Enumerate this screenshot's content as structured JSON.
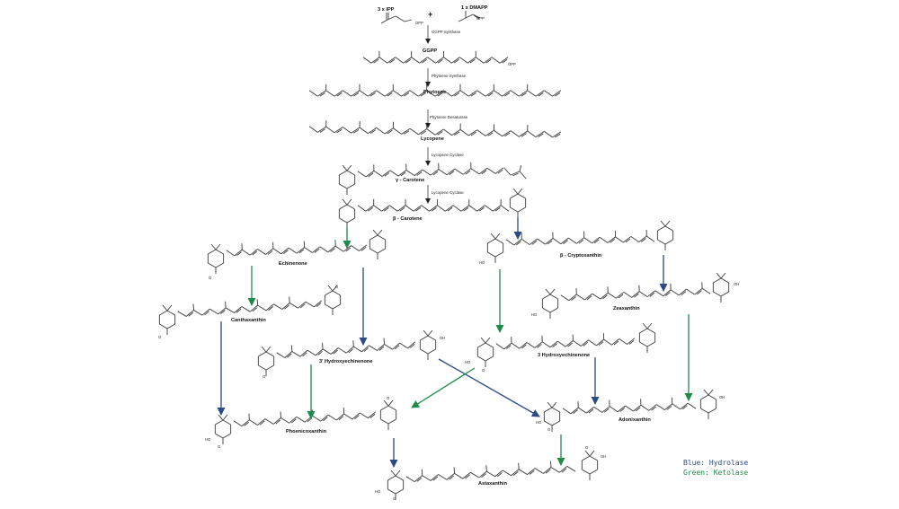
{
  "colors": {
    "hydrolase": "#2b4a86",
    "ketolase": "#1e8b4a",
    "bond": "#3a3a3a",
    "background": "#ffffff"
  },
  "precursors": {
    "ipp": "3 x IPP",
    "dmapp": "1 x DMAPP",
    "plus": "+",
    "opp": "OPP"
  },
  "enzymes": {
    "ggpp_synthase": "GGPP Synthase",
    "phytoene_synthase": "Phytoene Synthase",
    "phytoene_desaturase": "Phytoene Desaturase",
    "lycopene_cyclase_1": "Lycopene Cyclase",
    "lycopene_cyclase_2": "Lycopene Cyclase"
  },
  "compounds": {
    "ggpp": "GGPP",
    "phytoene": "Phytoene",
    "lycopene": "Lycopene",
    "gamma_carotene": "γ - Carotene",
    "beta_carotene": "β - Carotene",
    "echinenone": "Echinenone",
    "beta_cryptoxanthin": "β - Cryptoxanthin",
    "canthaxanthin": "Canthaxanthin",
    "zeaxanthin": "Zeaxanthin",
    "hydroxyechinenone_3p": "3' Hydroxyechinenone",
    "hydroxyechinenone_3": "3 Hydroxyechinenone",
    "phoenicoxanthin": "Phoenicoxanthin",
    "adonixanthin": "Adonixanthin",
    "astaxanthin": "Astaxanthin"
  },
  "atoms": {
    "oxygen": "O",
    "hydroxyl": "HO",
    "hydroxyl_right": "OH"
  },
  "legend": {
    "blue": "Blue: Hydrolase",
    "green": "Green: Ketolase"
  }
}
